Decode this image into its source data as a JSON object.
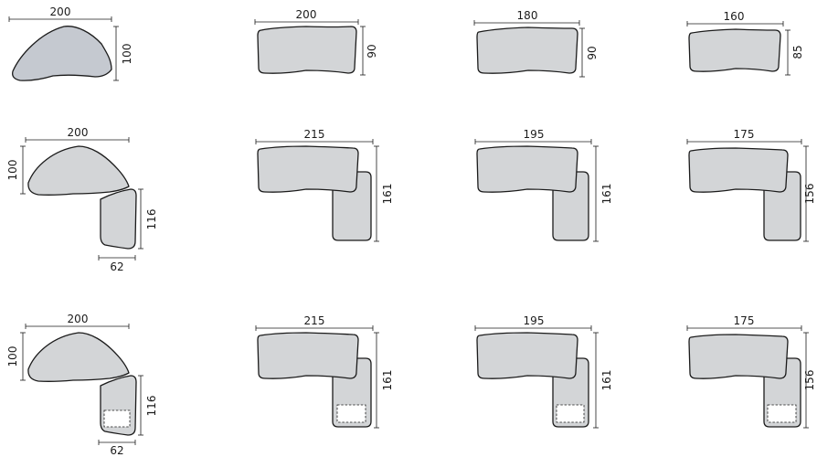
{
  "colors": {
    "fill": "#d3d5d7",
    "fill_first": "#c5c9d0",
    "stroke": "#1b1b1b"
  },
  "rows": [
    {
      "items": [
        {
          "top": "200",
          "side": "100"
        },
        {
          "top": "200",
          "side": "90"
        },
        {
          "top": "180",
          "side": "90"
        },
        {
          "top": "160",
          "side": "85"
        }
      ]
    },
    {
      "items": [
        {
          "top": "200",
          "side_left": "100",
          "side": "116",
          "bottom": "62"
        },
        {
          "top": "215",
          "side": "161"
        },
        {
          "top": "195",
          "side": "161"
        },
        {
          "top": "175",
          "side": "156"
        }
      ]
    },
    {
      "items": [
        {
          "top": "200",
          "side_left": "100",
          "side": "116",
          "bottom": "62"
        },
        {
          "top": "215",
          "side": "161"
        },
        {
          "top": "195",
          "side": "161"
        },
        {
          "top": "175",
          "side": "156"
        }
      ]
    }
  ]
}
